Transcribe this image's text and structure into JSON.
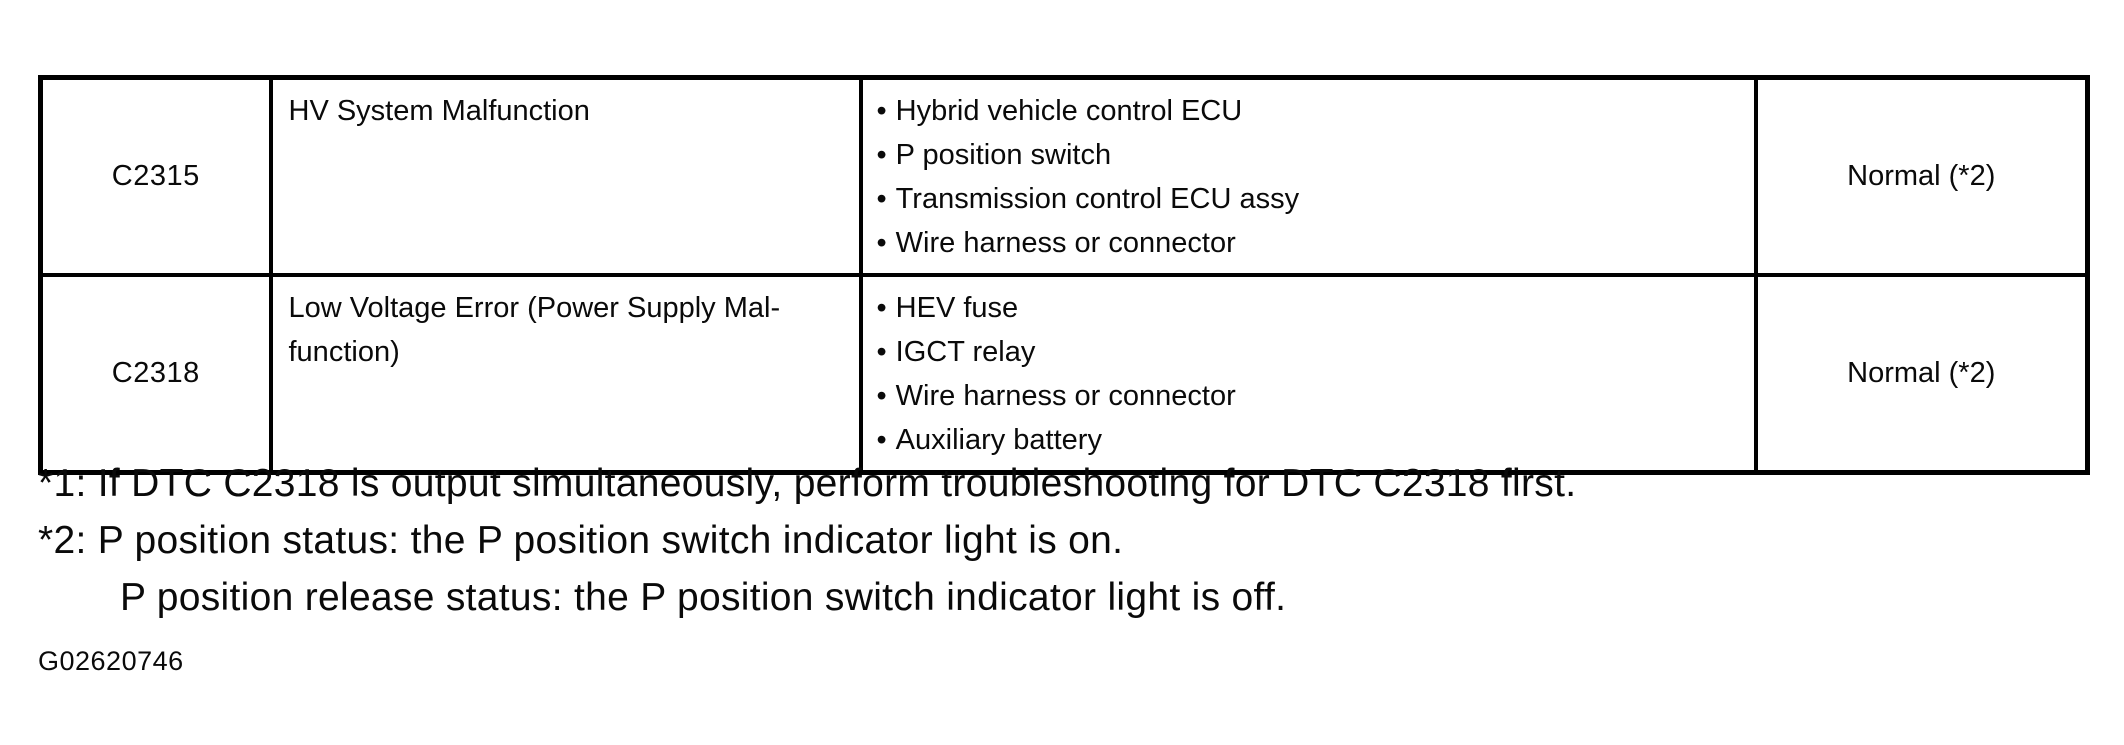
{
  "table": {
    "bullet_glyph": "•",
    "rows": [
      {
        "code": "C2315",
        "description": "HV System Malfunction",
        "causes": [
          "Hybrid vehicle control ECU",
          "P position switch",
          "Transmission control ECU assy",
          "Wire harness or connector"
        ],
        "status": "Normal (*2)"
      },
      {
        "code": "C2318",
        "description": "Low Voltage Error (Power Supply Mal-\nfunction)",
        "causes": [
          "HEV fuse",
          "IGCT relay",
          "Wire harness or connector",
          "Auxiliary battery"
        ],
        "status": "Normal (*2)"
      }
    ]
  },
  "footnotes": {
    "note1": "*1: If DTC C2318 is output simultaneously, perform troubleshooting for DTC C2318 first.",
    "note2": "*2: P position status: the P position switch indicator light is on.",
    "note2_continued": "P position release status: the P position switch indicator light is off."
  },
  "figure_id": "G02620746",
  "colors": {
    "text": "#0a0a0a",
    "background": "#ffffff",
    "border": "#000000"
  }
}
